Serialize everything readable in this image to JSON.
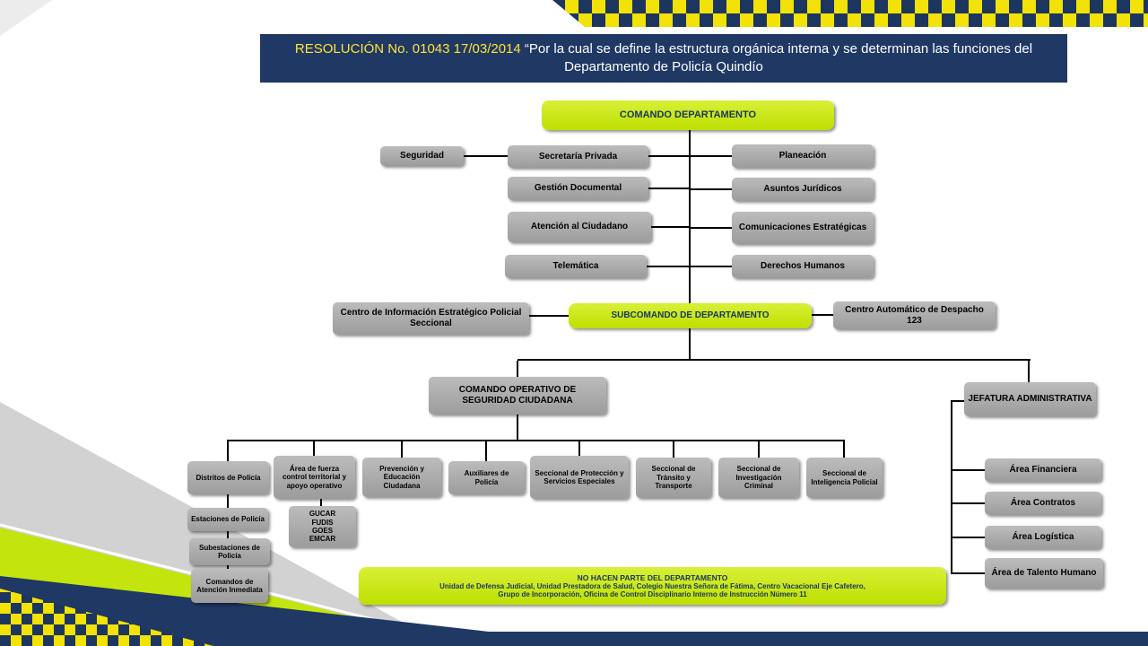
{
  "banner": {
    "highlight": "RESOLUCIÓN No. 01043 17/03/2014",
    "body": " “Por la cual se define la estructura orgánica interna y se determinan las funciones del Departamento de Policía Quindío"
  },
  "org": {
    "comando": "COMANDO DEPARTAMENTO",
    "seguridad": "Seguridad",
    "left_staff": [
      "Secretaría Privada",
      "Gestión Documental",
      "Atención al Ciudadano",
      "Telemática"
    ],
    "right_staff": [
      "Planeación",
      "Asuntos Jurídicos",
      "Comunicaciones Estratégicas",
      "Derechos Humanos"
    ],
    "subcomando": "SUBCOMANDO DE DEPARTAMENTO",
    "centro_informacion": "Centro de Información Estratégico Policial Seccional",
    "centro_despacho": "Centro Automático de Despacho 123",
    "comando_operativo": "COMANDO OPERATIVO DE SEGURIDAD CIUDADANA",
    "jefatura": "JEFATURA ADMINISTRATIVA",
    "operativo_children": [
      "Distritos de Policía",
      "Área de fuerza control territorial y apoyo operativo",
      "Prevención y Educación Ciudadana",
      "Auxiliares de Policía",
      "Seccional de Protección y Servicios Especiales",
      "Seccional de Tránsito y Transporte",
      "Seccional de Investigación Criminal",
      "Seccional de Inteligencia Policial"
    ],
    "distritos_children": [
      "Estaciones de Policía",
      "Subestaciones de Policía",
      "Comandos de Atención Inmediata"
    ],
    "fuerza_grupos": "GUCAR\nFUDIS\nGOES\nEMCAR",
    "jefatura_children": [
      "Área Financiera",
      "Área Contratos",
      "Área Logística",
      "Área de Talento Humano"
    ]
  },
  "note": {
    "title": "NO HACEN PARTE DEL DEPARTAMENTO",
    "line1": "Unidad de Defensa Judicial, Unidad Prestadora de Salud, Colegio Nuestra Señora de Fátima, Centro Vacacional Eje Cafetero,",
    "line2": "Grupo de Incorporación, Oficina de Control Disciplinario Interno de Instrucción Número 11"
  },
  "colors": {
    "navy": "#1f3864",
    "chartreuse": "#c3e50d",
    "box_gray": "#a6a6a6",
    "checker_yellow": "#f2e205"
  }
}
